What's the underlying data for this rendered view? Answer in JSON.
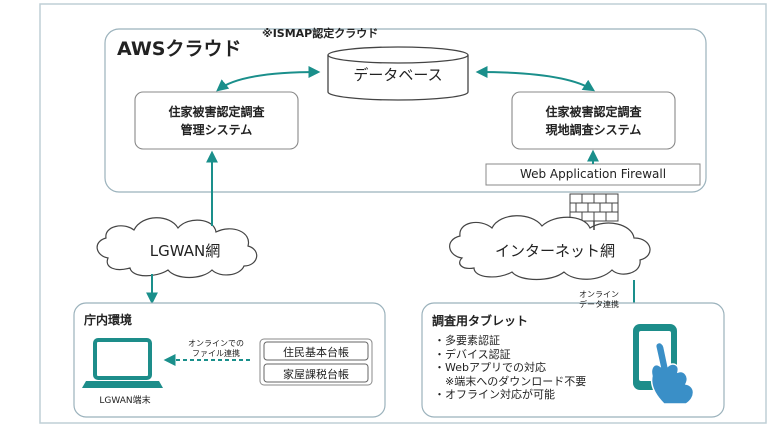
{
  "aws": {
    "title": "AWSクラウド",
    "ismap_note": "※ISMAP認定クラウド",
    "database": "データベース",
    "mgmt_system": [
      "住家被害認定調査",
      "管理システム"
    ],
    "field_system": [
      "住家被害認定調査",
      "現地調査システム"
    ],
    "waf": "Web Application Firewall"
  },
  "networks": {
    "lgwan": "LGWAN網",
    "internet": "インターネット網"
  },
  "office": {
    "title": "庁内環境",
    "terminal_label": "LGWAN端末",
    "file_link": [
      "オンラインでの",
      "ファイル連携"
    ],
    "ledgers": [
      "住民基本台帳",
      "家屋課税台帳"
    ]
  },
  "tablet": {
    "title": "調査用タブレット",
    "online_link": [
      "オンライン",
      "データ連携"
    ],
    "features": [
      "・多要素認証",
      "・デバイス認証",
      "・Webアプリでの対応",
      "　※端末へのダウンロード不要",
      "・オフライン対応が可能"
    ]
  },
  "colors": {
    "frame_border": "#bfcfd6",
    "arrow": "#1a8f8b",
    "text": "#222222",
    "device_teal": "#1d8d8a",
    "hand": "#3a8fc7"
  }
}
